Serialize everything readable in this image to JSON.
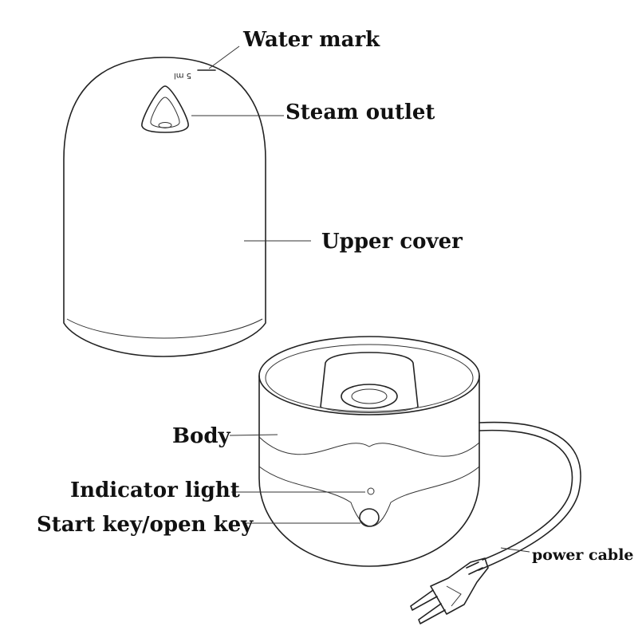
{
  "labels": {
    "water_mark": "Water mark",
    "steam_outlet": "Steam outlet",
    "upper_cover": "Upper cover",
    "body": "Body",
    "indicator_light": "Indicator light",
    "start_key": "Start key/open key",
    "power_cable": "power cable"
  },
  "cover_marking": "5 ml",
  "colors": {
    "line": "#222222",
    "text": "#111111",
    "background": "#ffffff"
  }
}
